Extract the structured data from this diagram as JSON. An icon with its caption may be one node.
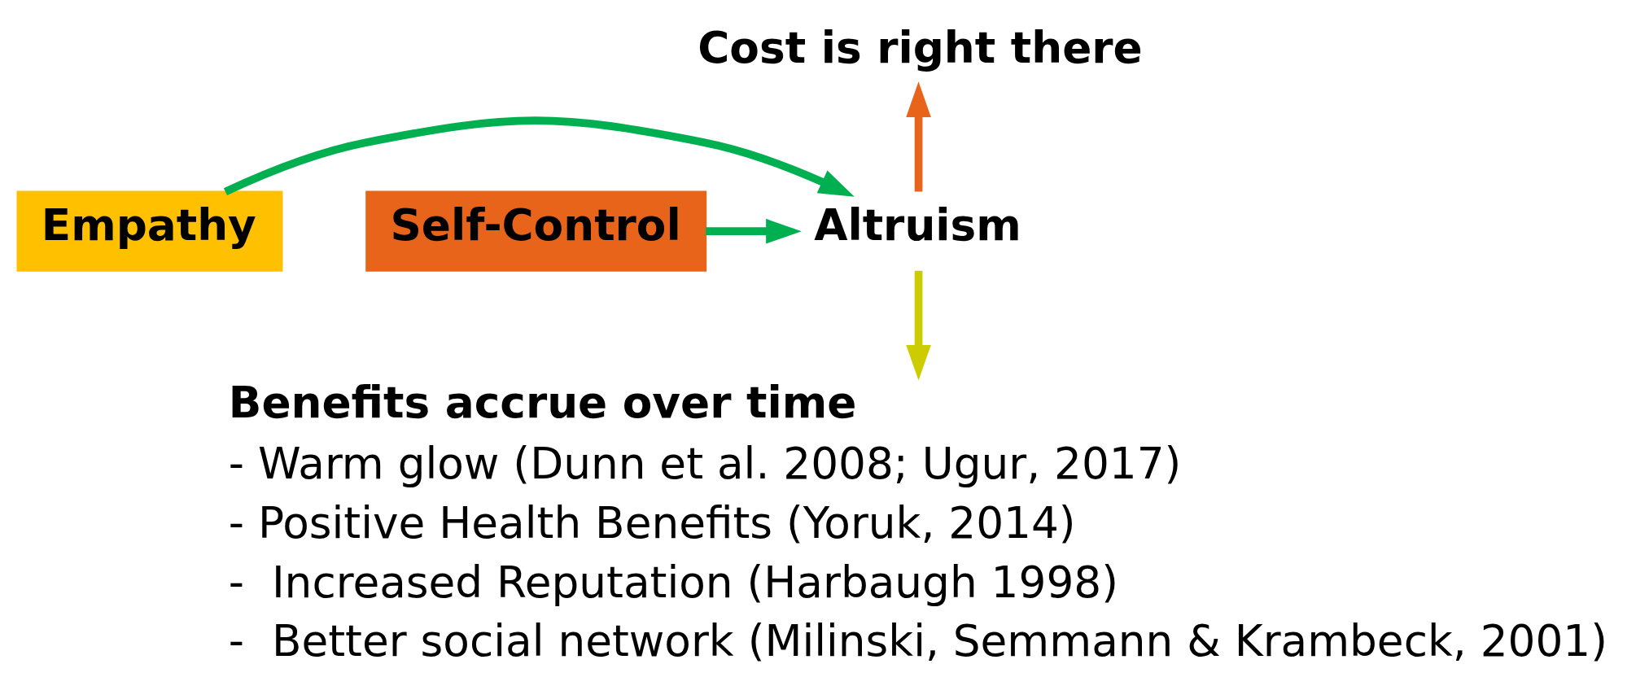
{
  "diagram": {
    "nodes": [
      {
        "text": [
          "Cost is right there"
        ]
      },
      {
        "text": [
          "Altruism"
        ]
      },
      {
        "text": [
          "Empathy"
        ]
      },
      {
        "text": [
          "Self-Control"
        ]
      },
      {
        "text": [
          "Benefits accrue over time",
          "- Warm glow (Dunn et al. 2008; Ugur, 2017)",
          "- Positive Health Benefits (Yoruk, 2014)",
          "-  Increased Reputation (Harbaugh 1998)",
          "-  Better social network (Milinski, Semmann & Krambeck, 2001)"
        ]
      }
    ],
    "edges": [
      {
        "from": 1,
        "to": 0,
        "arrow": "to",
        "color": "#e8641b"
      },
      {
        "from": 2,
        "to": 1,
        "arrow": "to"
      },
      {
        "from": 3,
        "to": 1,
        "arrow": "to"
      },
      {
        "from": 1,
        "to": 4,
        "arrow": "to",
        "color": "#cccc00"
      }
    ]
  }
}
